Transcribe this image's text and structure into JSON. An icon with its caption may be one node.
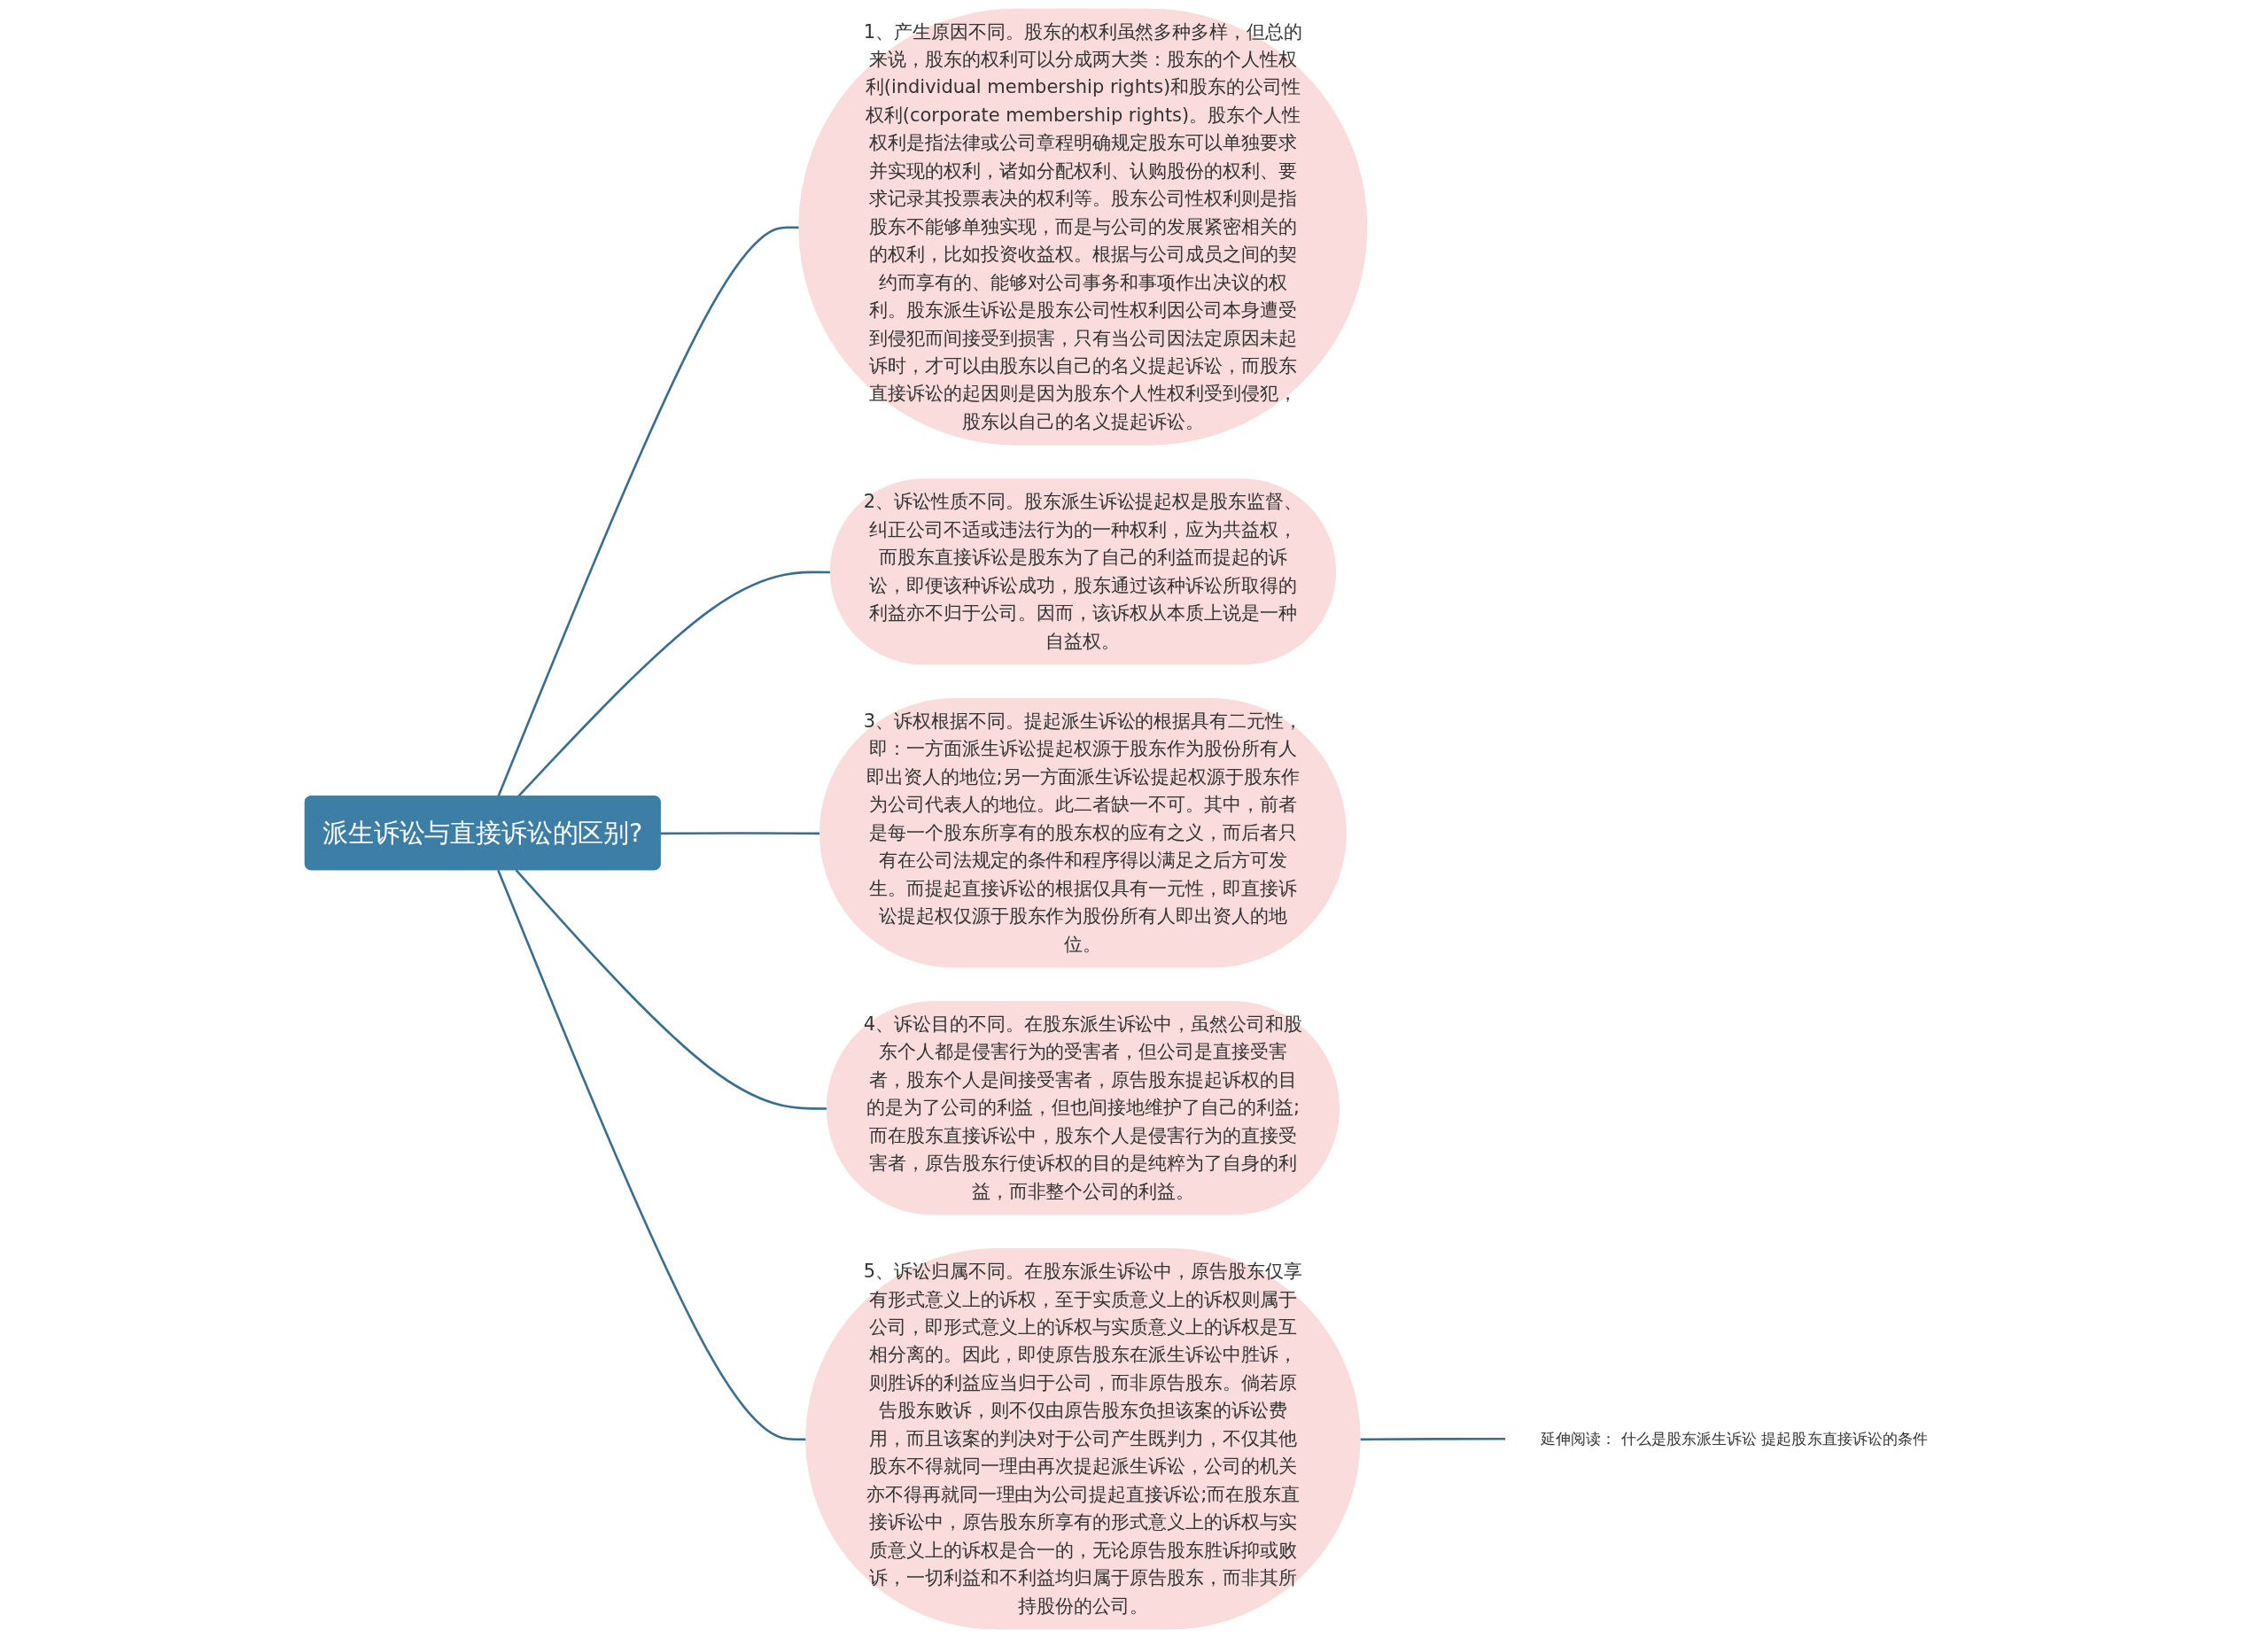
{
  "diagram": {
    "nodes": [
      {
        "text": [
          "派生诉讼与直接诉讼的区别?"
        ]
      },
      {
        "text": [
          "1、产生原因不同。股东的权利虽然多种多样，但总的来说，股东的权利可以分成两大类：股东的个人性权利(individual membership rights)和股东的公司性权利(corporate membership rights)。股东个人性权利是指法律或公司章程明确规定股东可以单独要求并实现的权利，诸如分配权利、认购股份的权利、要求记录其投票表决的权利等。股东公司性权利则是指股东不能够单独实现，而是与公司的发展紧密相关的的权利，比如投资收益权。根据与公司成员之间的契约而享有的、能够对公司事务和事项作出决议的权利。股东派生诉讼是股东公司性权利因公司本身遭受到侵犯而间接受到损害，只有当公司因法定原因未起诉时，才可以由股东以自己的名义提起诉讼，而股东直接诉讼的起因则是因为股东个人性权利受到侵犯，股东以自己的名义提起诉讼。"
        ]
      },
      {
        "text": [
          "2、诉讼性质不同。股东派生诉讼提起权是股东监督、纠正公司不适或违法行为的一种权利，应为共益权，而股东直接诉讼是股东为了自己的利益而提起的诉讼，即便该种诉讼成功，股东通过该种诉讼所取得的利益亦不归于公司。因而，该诉权从本质上说是一种自益权。"
        ]
      },
      {
        "text": [
          "3、诉权根据不同。提起派生诉讼的根据具有二元性，即：一方面派生诉讼提起权源于股东作为股份所有人即出资人的地位;另一方面派生诉讼提起权源于股东作为公司代表人的地位。此二者缺一不可。其中，前者是每一个股东所享有的股东权的应有之义，而后者只有在公司法规定的条件和程序得以满足之后方可发生。而提起直接诉讼的根据仅具有一元性，即直接诉讼提起权仅源于股东作为股份所有人即出资人的地位。"
        ]
      },
      {
        "text": [
          "4、诉讼目的不同。在股东派生诉讼中，虽然公司和股东个人都是侵害行为的受害者，但公司是直接受害者，股东个人是间接受害者，原告股东提起诉权的目的是为了公司的利益，但也间接地维护了自己的利益;而在股东直接诉讼中，股东个人是侵害行为的直接受害者，原告股东行使诉权的目的是纯粹为了自身的利益，而非整个公司的利益。"
        ]
      },
      {
        "text": [
          "5、诉讼归属不同。在股东派生诉讼中，原告股东仅享有形式意义上的诉权，至于实质意义上的诉权则属于公司，即形式意义上的诉权与实质意义上的诉权是互相分离的。因此，即使原告股东在派生诉讼中胜诉，则胜诉的利益应当归于公司，而非原告股东。倘若原告股东败诉，则不仅由原告股东负担该案的诉讼费用，而且该案的判决对于公司产生既判力，不仅其他股东不得就同一理由再次提起派生诉讼，公司的机关亦不得再就同一理由为公司提起直接诉讼;而在股东直接诉讼中，原告股东所享有的形式意义上的诉权与实质意义上的诉权是合一的，无论原告股东胜诉抑或败诉，一切利益和不利益均归属于原告股东，而非其所持股份的公司。"
        ]
      },
      {
        "text": [
          "延伸阅读： 什么是股东派生诉讼 提起股东直接诉讼的条件"
        ]
      }
    ],
    "edges": [
      {
        "from": 0,
        "to": 1,
        "arrow": "none"
      },
      {
        "from": 0,
        "to": 2,
        "arrow": "none"
      },
      {
        "from": 0,
        "to": 3,
        "arrow": "none"
      },
      {
        "from": 0,
        "to": 4,
        "arrow": "none"
      },
      {
        "from": 0,
        "to": 5,
        "arrow": "none"
      },
      {
        "from": 5,
        "to": 6,
        "arrow": "none"
      }
    ]
  }
}
